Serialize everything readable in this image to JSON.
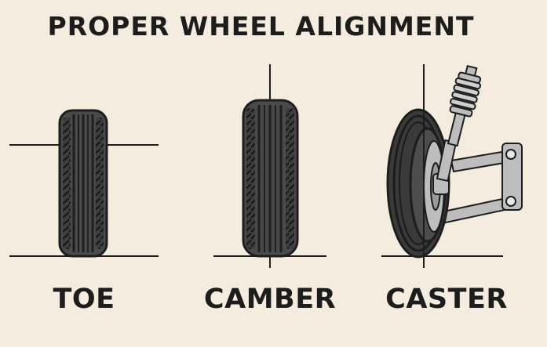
{
  "title": "PROPER WHEEL ALIGNMENT",
  "sections": [
    {
      "label": "TOE"
    },
    {
      "label": "CAMBER"
    },
    {
      "label": "CASTER"
    }
  ],
  "colors": {
    "background": "#f3ecdf",
    "tire": "#4a4a4a",
    "tread": "#2b2b2b",
    "line": "#1d1d1d",
    "metal": "#bdbdbd"
  }
}
